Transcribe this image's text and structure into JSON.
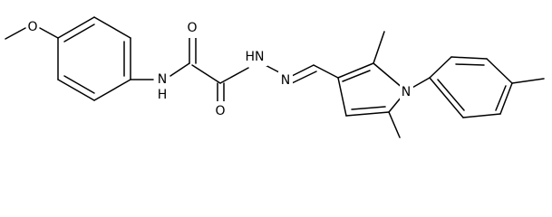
{
  "molecule": {
    "atom_labels": {
      "methoxy_oxygen": "O",
      "amide_nitrogen": "N",
      "amide_hydrogen": "H",
      "carbonyl_oxygen_1": "O",
      "carbonyl_oxygen_2": "O",
      "hydrazone_nh": "HN",
      "hydrazone_n": "N",
      "pyrrole_nitrogen": "N"
    }
  },
  "colors": {
    "bond": "#000000",
    "label": "#000000",
    "background": "#ffffff"
  }
}
